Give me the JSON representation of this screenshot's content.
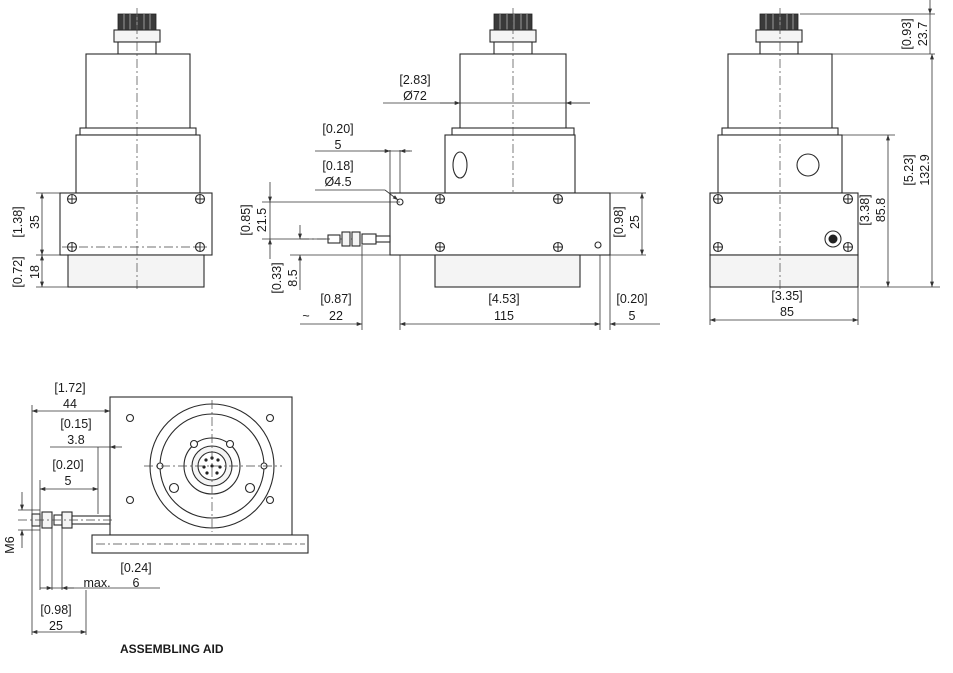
{
  "caption": "ASSEMBLING AID",
  "view_front": {
    "dims": [
      {
        "inch": "[0.72]",
        "mm": "18"
      },
      {
        "inch": "[1.38]",
        "mm": "35"
      }
    ]
  },
  "view_side": {
    "dims": [
      {
        "inch": "[2.83]",
        "mm": "Ø72"
      },
      {
        "inch": "[0.20]",
        "mm": "5"
      },
      {
        "inch": "[0.18]",
        "mm": "Ø4.5"
      },
      {
        "inch": "[0.85]",
        "mm": "21.5"
      },
      {
        "inch": "[0.33]",
        "mm": "8.5"
      },
      {
        "inch": "[0.98]",
        "mm": "25"
      },
      {
        "inch": "[0.87]",
        "mm": "22",
        "prefix": "~"
      },
      {
        "inch": "[4.53]",
        "mm": "115"
      },
      {
        "inch": "[0.20]",
        "mm": "5"
      }
    ]
  },
  "view_rear": {
    "dims": [
      {
        "inch": "[0.93]",
        "mm": "23.7"
      },
      {
        "inch": "[5.23]",
        "mm": "132.9"
      },
      {
        "inch": "[3.38]",
        "mm": "85.8"
      },
      {
        "inch": "[3.35]",
        "mm": "85"
      }
    ]
  },
  "view_aid": {
    "dims": [
      {
        "inch": "[1.72]",
        "mm": "44"
      },
      {
        "inch": "[0.15]",
        "mm": "3.8"
      },
      {
        "inch": "[0.20]",
        "mm": "5"
      },
      {
        "inch": "[0.24]",
        "mm": "6",
        "prefix": "max."
      },
      {
        "inch": "[0.98]",
        "mm": "25"
      }
    ],
    "thread": "M6"
  }
}
